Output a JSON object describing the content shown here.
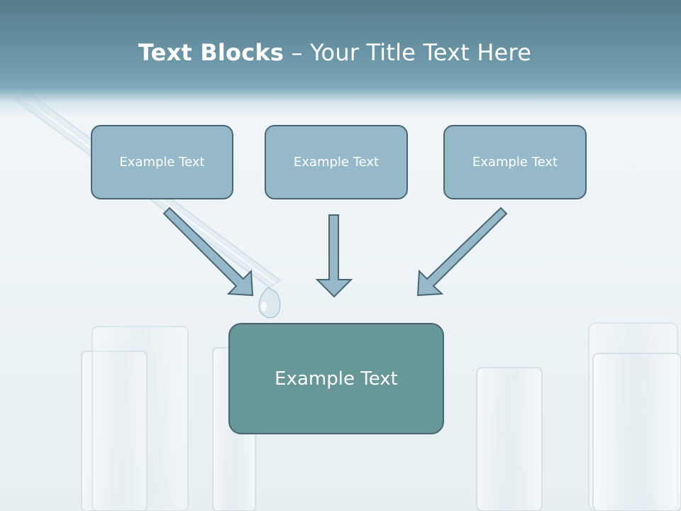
{
  "title": {
    "bold": "Text Blocks",
    "dash": " – ",
    "rest": "Your Title Text Here"
  },
  "blocks": {
    "left": "Example Text",
    "middle": "Example Text",
    "right": "Example Text",
    "center": "Example Text"
  },
  "colors": {
    "header": "#6e9aab",
    "block": "#95b9c9",
    "center_block": "#679796",
    "border": "#4a6674"
  }
}
